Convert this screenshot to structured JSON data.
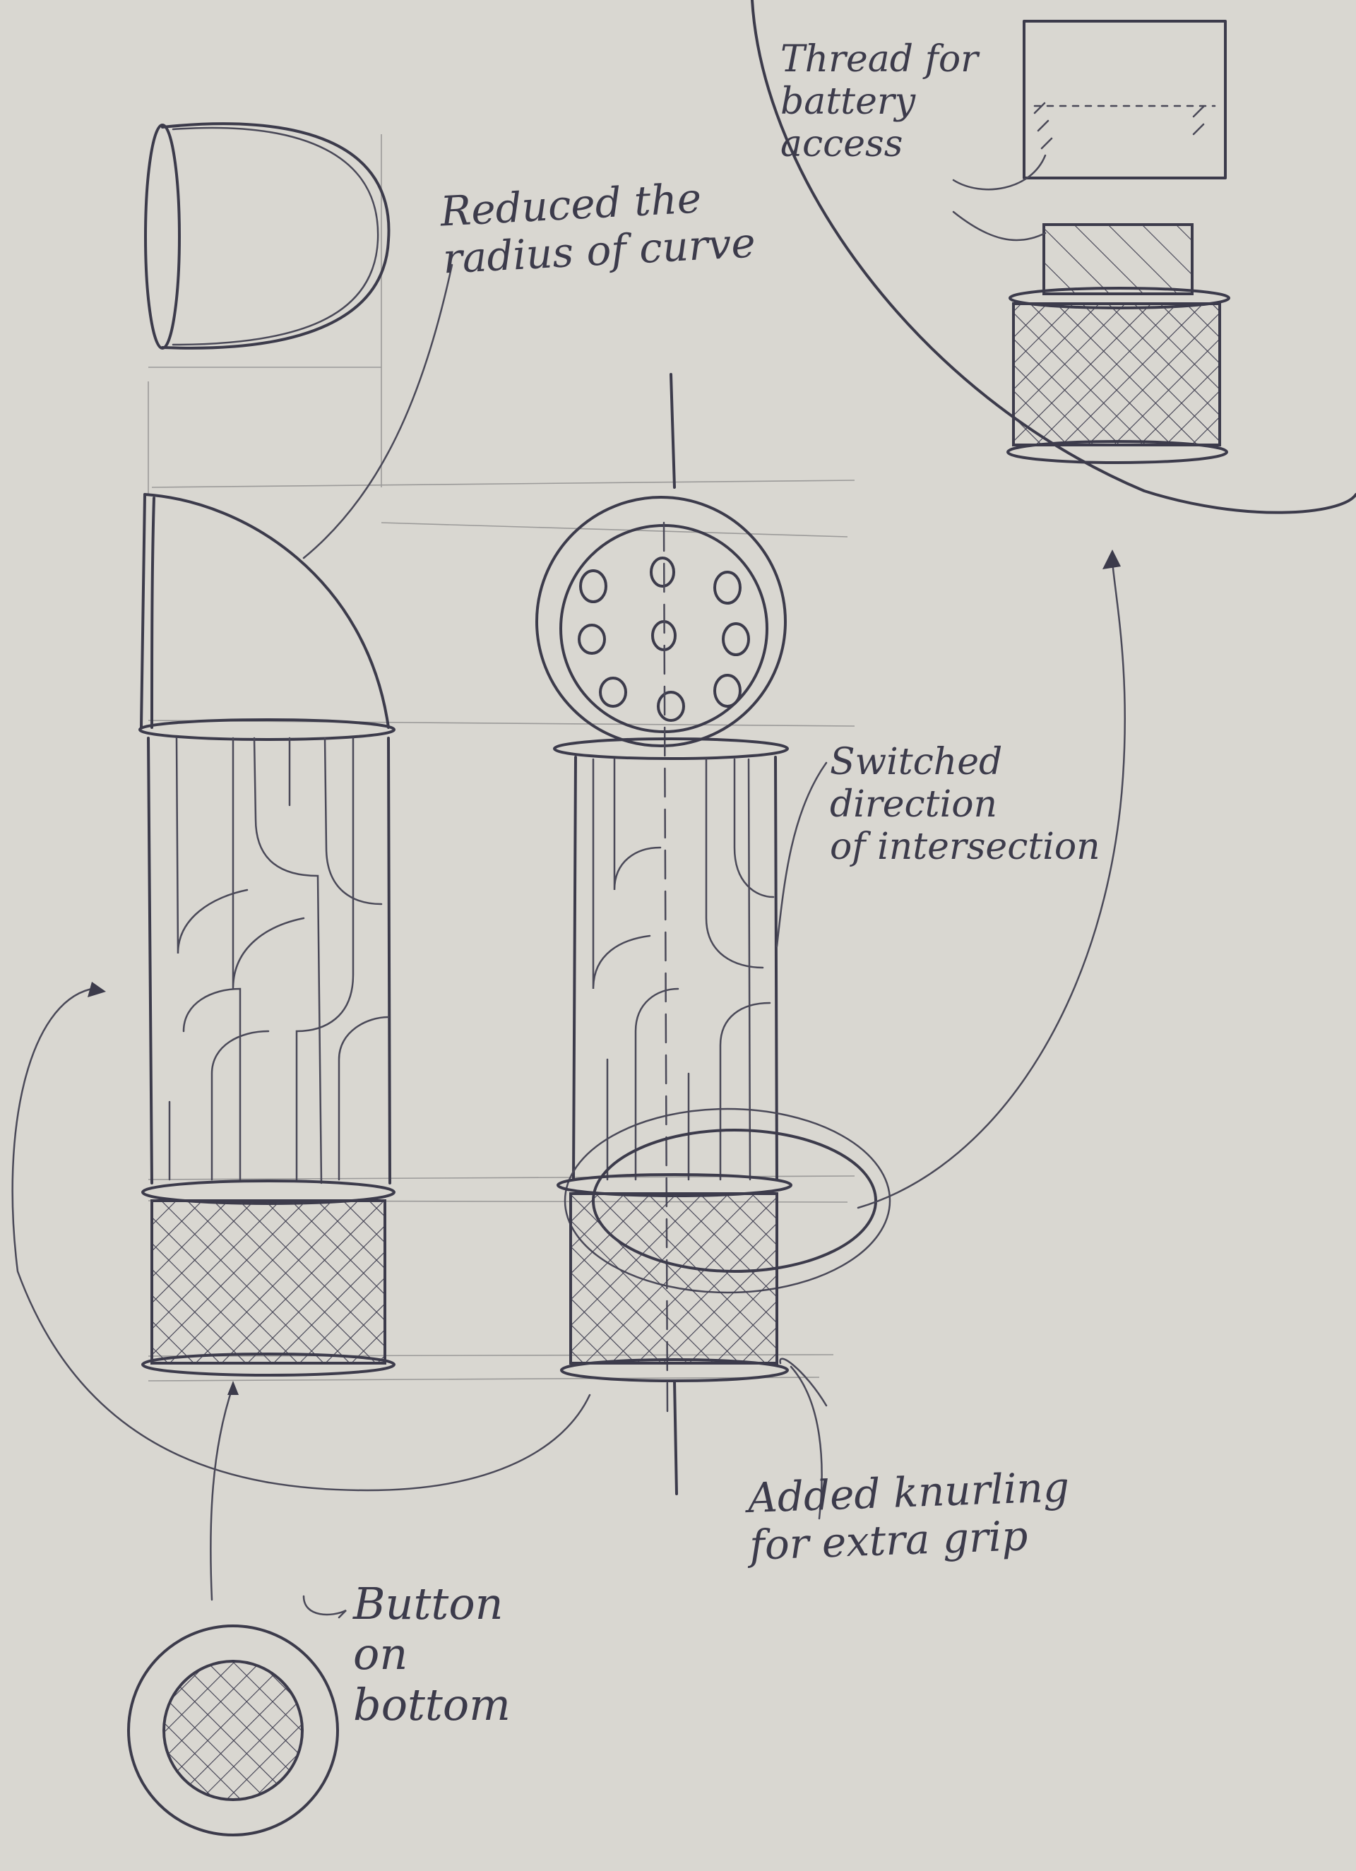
{
  "annotations": {
    "reduced_radius": "Reduced the\nradius of curve",
    "thread": "Thread for\nbattery\naccess",
    "switched": "Switched\ndirection\nof intersection",
    "knurling": "Added knurling\nfor extra grip",
    "button": "Button\non\nbottom"
  },
  "colors": {
    "paper": "#d9d7d1",
    "ink": "#3c3b4b"
  }
}
